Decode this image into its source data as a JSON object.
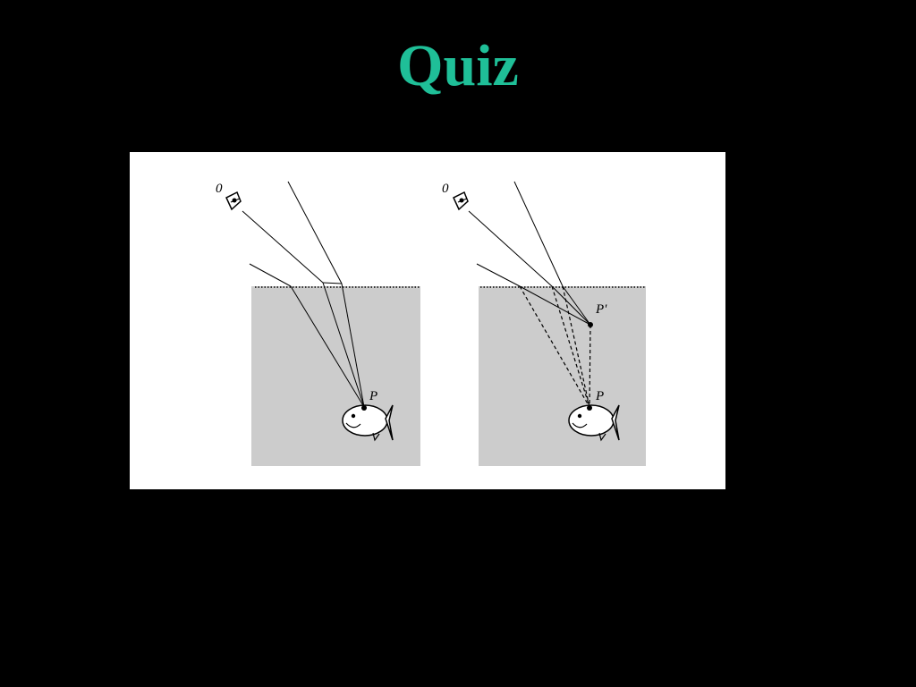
{
  "slide": {
    "title": "Quiz",
    "title_color": "#1fbf98",
    "background_color": "#000000"
  },
  "figure": {
    "water_color": "#cccccc",
    "panel_color": "#ffffff",
    "left_diagram": {
      "observer_label": "0",
      "object_label": "P"
    },
    "right_diagram": {
      "observer_label": "0",
      "object_label": "P",
      "image_label": "P'"
    }
  }
}
